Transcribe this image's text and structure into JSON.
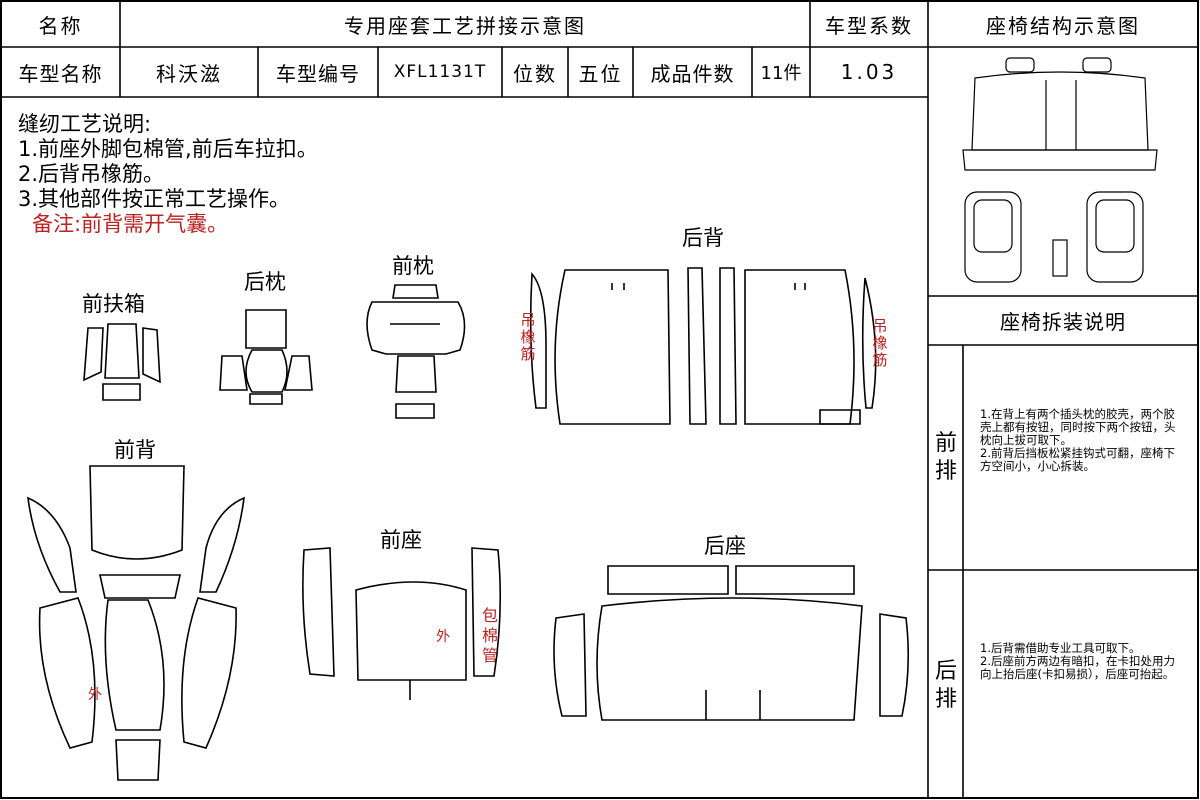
{
  "header": {
    "name_label": "名称",
    "diagram_title": "专用座套工艺拼接示意图",
    "coef_label": "车型系数",
    "structure_title": "座椅结构示意图",
    "model_name_label": "车型名称",
    "model_name": "科沃滋",
    "model_code_label": "车型编号",
    "model_code": "XFL1131T",
    "seats_label": "位数",
    "seats": "五位",
    "pieces_label": "成品件数",
    "pieces": "11件",
    "coef": "1.03"
  },
  "sewing_notes": {
    "title": "缝纫工艺说明:",
    "lines": [
      "1.前座外脚包棉管,前后车拉扣。",
      "2.后背吊橡筋。",
      "3.其他部件按正常工艺操作。"
    ],
    "remark": "备注:前背需开气囊。"
  },
  "parts": {
    "front_armrest": "前扶箱",
    "rear_headrest": "后枕",
    "front_headrest": "前枕",
    "rear_back": "后背",
    "front_back": "前背",
    "front_seat": "前座",
    "rear_seat": "后座"
  },
  "annotations": {
    "hang_elastic": "吊橡筋",
    "wrap_pipe": "包棉管",
    "outer": "外"
  },
  "disassembly": {
    "title": "座椅拆装说明",
    "front_row": "前排",
    "rear_row": "后排",
    "front_steps": [
      "1.在背上有两个插头枕的胶壳，两个胶壳上都有按钮，同时按下两个按钮，头枕向上拔可取下。",
      "2.前背后挡板松紧挂钩式可翻，座椅下方空间小，小心拆装。"
    ],
    "rear_steps": [
      "1.后背需借助专业工具可取下。",
      "2.后座前方两边有暗扣，在卡扣处用力向上抬后座(卡扣易损），后座可抬起。"
    ]
  }
}
